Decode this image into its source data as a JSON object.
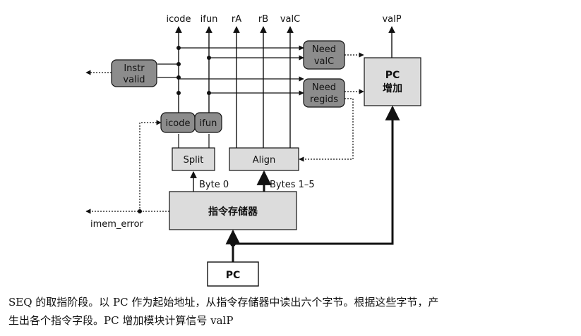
{
  "signals": {
    "icode": "icode",
    "ifun": "ifun",
    "rA": "rA",
    "rB": "rB",
    "valC": "valC",
    "valP": "valP",
    "imem_error": "imem_error",
    "byte0": "Byte 0",
    "bytes15": "Bytes 1–5"
  },
  "blocks": {
    "instr_valid": [
      "Instr",
      "valid"
    ],
    "need_valc": [
      "Need",
      "valC"
    ],
    "need_regids": [
      "Need",
      "regids"
    ],
    "pc_increment": [
      "PC",
      "增加"
    ],
    "icode": "icode",
    "ifun": "ifun",
    "split": "Split",
    "align": "Align",
    "instruction_memory": "指令存储器",
    "pc": "PC"
  },
  "caption": {
    "line1": "SEQ 的取指阶段。以 PC 作为起始地址，从指令存储器中读出六个字节。根据这些字节，产",
    "line2": "生出各个指令字段。PC 增加模块计算信号 valP"
  },
  "colors": {
    "control_fill": "#8c8c8c",
    "hardware_fill": "#dcdcdc",
    "line": "#111111"
  }
}
